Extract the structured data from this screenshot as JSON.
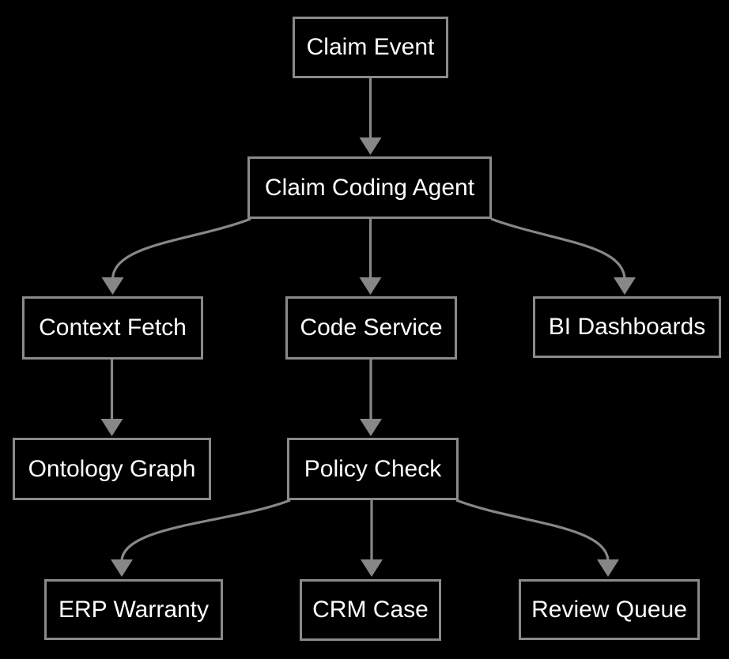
{
  "diagram": {
    "type": "flowchart",
    "direction": "top-down",
    "colors": {
      "background": "#000000",
      "node_fill": "#000000",
      "node_border": "#8a8a8a",
      "edge": "#878787",
      "text": "#ffffff"
    },
    "nodes": [
      {
        "id": "claim-event",
        "label": "Claim Event"
      },
      {
        "id": "claim-coding-agent",
        "label": "Claim Coding Agent"
      },
      {
        "id": "context-fetch",
        "label": "Context Fetch"
      },
      {
        "id": "code-service",
        "label": "Code Service"
      },
      {
        "id": "bi-dashboards",
        "label": "BI Dashboards"
      },
      {
        "id": "ontology-graph",
        "label": "Ontology Graph"
      },
      {
        "id": "policy-check",
        "label": "Policy Check"
      },
      {
        "id": "erp-warranty",
        "label": "ERP Warranty"
      },
      {
        "id": "crm-case",
        "label": "CRM Case"
      },
      {
        "id": "review-queue",
        "label": "Review Queue"
      }
    ],
    "edges": [
      {
        "from": "claim-event",
        "to": "claim-coding-agent"
      },
      {
        "from": "claim-coding-agent",
        "to": "context-fetch"
      },
      {
        "from": "claim-coding-agent",
        "to": "code-service"
      },
      {
        "from": "claim-coding-agent",
        "to": "bi-dashboards"
      },
      {
        "from": "context-fetch",
        "to": "ontology-graph"
      },
      {
        "from": "code-service",
        "to": "policy-check"
      },
      {
        "from": "policy-check",
        "to": "erp-warranty"
      },
      {
        "from": "policy-check",
        "to": "crm-case"
      },
      {
        "from": "policy-check",
        "to": "review-queue"
      }
    ]
  }
}
